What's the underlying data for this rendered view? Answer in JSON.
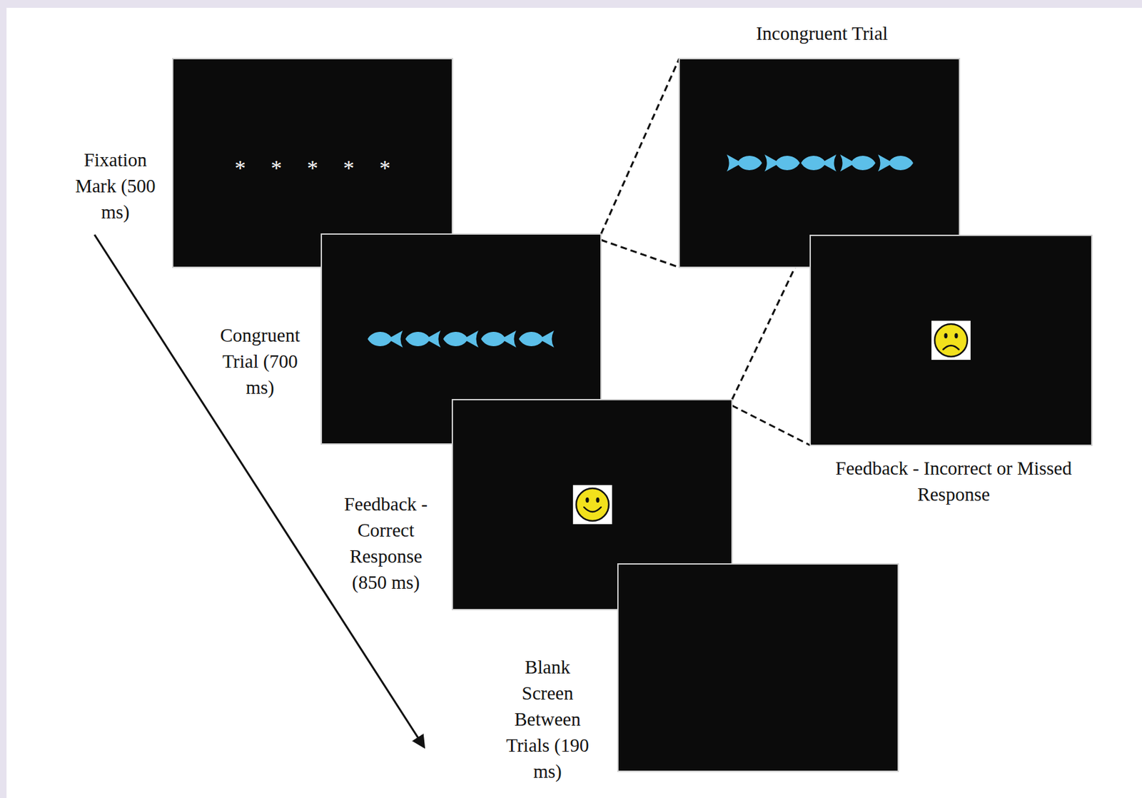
{
  "diagram": {
    "nodes": [
      {
        "text": [
          "Fixation Mark (500 ms)",
          "* * * * *"
        ]
      },
      {
        "text": [
          "Congruent Trial (700 ms)"
        ]
      },
      {
        "text": [
          "Incongruent Trial"
        ]
      },
      {
        "text": [
          "Feedback - Correct Response (850 ms)"
        ]
      },
      {
        "text": [
          "Feedback - Incorrect or Missed Response"
        ]
      },
      {
        "text": [
          "Blank Screen Between Trials (190 ms)"
        ]
      }
    ],
    "edges": [
      {
        "from": 1,
        "to": 2,
        "arrow": "none"
      },
      {
        "from": 3,
        "to": 4,
        "arrow": "none"
      }
    ]
  }
}
